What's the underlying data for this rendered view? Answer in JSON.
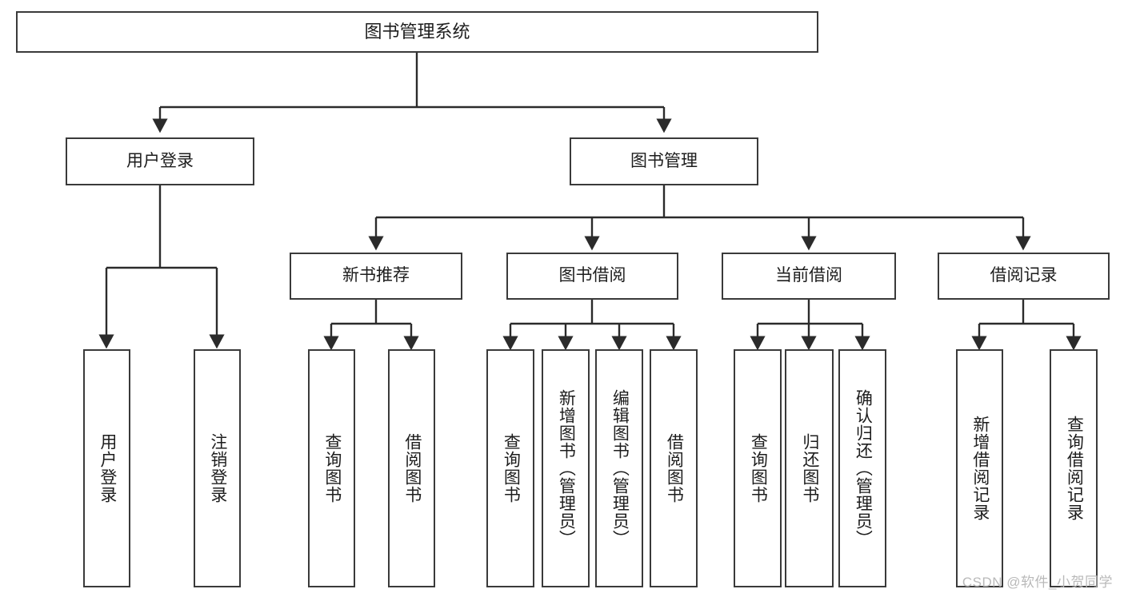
{
  "diagram": {
    "type": "tree-hierarchy",
    "title": "图书管理系统",
    "colors": {
      "box_border": "#3a3a3a",
      "connector": "#2b2b2b",
      "text": "#1d1d1d",
      "background": "#ffffff",
      "watermark": "#b9b9b9"
    },
    "root": {
      "label": "图书管理系统"
    },
    "level2": [
      {
        "label": "用户登录"
      },
      {
        "label": "图书管理"
      }
    ],
    "level3": [
      {
        "label": "新书推荐"
      },
      {
        "label": "图书借阅"
      },
      {
        "label": "当前借阅"
      },
      {
        "label": "借阅记录"
      }
    ],
    "leaves": {
      "user_login": [
        {
          "label": "用户登录"
        },
        {
          "label": "注销登录"
        }
      ],
      "new_book_recommend": [
        {
          "label": "查询图书"
        },
        {
          "label": "借阅图书"
        }
      ],
      "book_borrow": [
        {
          "label": "查询图书"
        },
        {
          "label": "新增图书（管理员）"
        },
        {
          "label": "编辑图书（管理员）"
        },
        {
          "label": "借阅图书"
        }
      ],
      "current_borrow": [
        {
          "label": "查询图书"
        },
        {
          "label": "归还图书"
        },
        {
          "label": "确认归还（管理员）"
        }
      ],
      "borrow_record": [
        {
          "label": "新增借阅记录"
        },
        {
          "label": "查询借阅记录"
        }
      ]
    },
    "watermark": "CSDN @软件_小贺同学"
  }
}
